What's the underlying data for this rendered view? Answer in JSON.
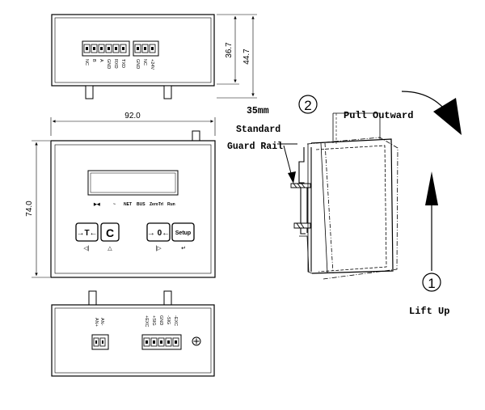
{
  "top_view": {
    "dim_inner": "36.7",
    "dim_outer": "44.7",
    "terminals_left": [
      "NC",
      "B",
      "A",
      "GND",
      "RXD",
      "TXD"
    ],
    "terminals_right": [
      "GND",
      "NC",
      "+24V"
    ]
  },
  "front_view": {
    "dim_width": "92.0",
    "dim_height": "74.0",
    "indicators": [
      "▶◀",
      "~",
      "NET",
      "BUS",
      "ZeroTrl",
      "Run"
    ],
    "keys": {
      "tare": "→T←",
      "clear": "C",
      "zero": "→ 0←",
      "setup": "Setup"
    },
    "key_subsymbols": {
      "tare": "◁|",
      "clear": "△",
      "zero": "|▷",
      "setup": "↵"
    }
  },
  "bottom_view": {
    "terminals_left": [
      "AN+",
      "AN-"
    ],
    "terminals_right": [
      "+EXC",
      "+SIG",
      "GND",
      "-SIG",
      "-EXC"
    ]
  },
  "side_view": {
    "step1_number": "1",
    "step1_label": "Lift Up",
    "step2_number": "2",
    "step2_label": "Pull Outward",
    "rail_line1": "35mm",
    "rail_line2": "Standard",
    "rail_line3": "Guard Rail"
  }
}
